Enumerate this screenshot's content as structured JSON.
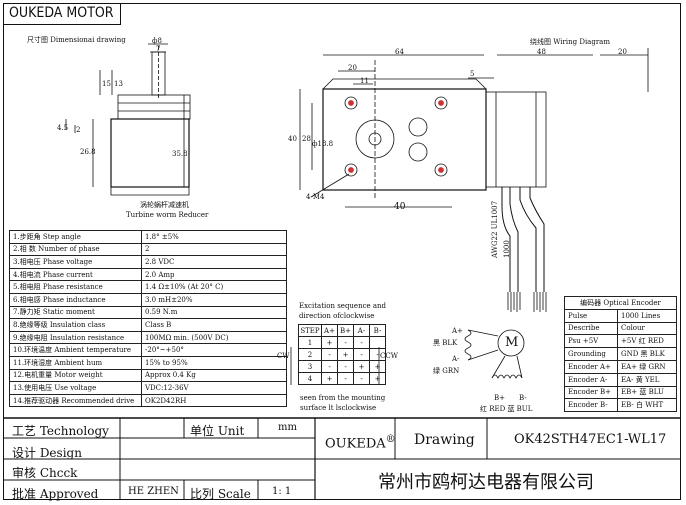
{
  "brand": "OUKEDA MOTOR",
  "drawing_left": {
    "title": "尺寸图 Dimensionai drawing",
    "caption_cn": "涡轮蜗杆减速机",
    "caption_en": "Turbine worm Reducer"
  },
  "drawing_left_dims": {
    "phi8": "ф8",
    "d7": "7",
    "d15": "15",
    "d13": "13",
    "d45": "4.5",
    "d2": "2",
    "d268": "26.8",
    "d358": "35.8"
  },
  "drawing_right_dims": {
    "d64": "64",
    "d20": "20",
    "d11": "11",
    "d5": "5",
    "d40a": "40",
    "d28": "28",
    "d188": "ф18.8",
    "d40b": "40",
    "m4": "4-M4",
    "d48": "48",
    "d20b": "20"
  },
  "wiring": {
    "title": "绕线图 Wiring Diagram"
  },
  "cable": {
    "line1": "AWG22 UL1007",
    "line2": "1000"
  },
  "specs": [
    {
      "label": "1.步距角 Step angle",
      "value": "1.8° ±5%"
    },
    {
      "label": "2.相  数 Number of phase",
      "value": "2"
    },
    {
      "label": "3.相电压 Phase voltage",
      "value": "2.8 VDC"
    },
    {
      "label": "4.相电流 Phase current",
      "value": "2.0 Amp"
    },
    {
      "label": "5.相电阻 Phase resistance",
      "value": "1.4 Ω±10% (At 20° C)"
    },
    {
      "label": "6.相电感 Phase inductance",
      "value": "3.0 mH±20%"
    },
    {
      "label": "7.静力矩 Static moment",
      "value": "0.59 N.m"
    },
    {
      "label": "8.绝缘等级 Insulation class",
      "value": "Class B"
    },
    {
      "label": "9.绝缘电阻 Insulation resistance",
      "value": "100MΩ min. (500V DC)"
    },
    {
      "label": "10.环境温度 Ambient temperature",
      "value": "-20°~+50°"
    },
    {
      "label": "11.环境湿度 Ambient hum",
      "value": "15% to 95%"
    },
    {
      "label": "12.电机重量 Motor weight",
      "value": "Approx 0.4 Kg"
    },
    {
      "label": "13.使用电压 Use voltage",
      "value": "VDC:12-36V"
    },
    {
      "label": "14.推荐驱动器 Recommended drive",
      "value": "OK2D42RH"
    }
  ],
  "excitation": {
    "title1": "Excitation sequence and",
    "title2": "direction ofclockwise",
    "header": [
      "STEP",
      "A+",
      "B+",
      "A-",
      "B-"
    ],
    "rows": [
      [
        "1",
        "+",
        "-",
        "-",
        ""
      ],
      [
        "2",
        "-",
        "+",
        "-",
        "-"
      ],
      [
        "3",
        "-",
        "-",
        "+",
        "+"
      ],
      [
        "4",
        "+",
        "-",
        "-",
        "+"
      ]
    ],
    "cw": "CW",
    "ccw": "CCW",
    "foot1": "seen from the mounting",
    "foot2": "surface lt lsclockwise"
  },
  "coil": {
    "a_plus": "A+",
    "a_plus_color": "黑 BLK",
    "a_minus": "A-",
    "a_minus_color": "绿 GRN",
    "b_plus": "B+",
    "b_minus": "B-",
    "b_colors": "红 RED 蓝 BUL",
    "motor": "M"
  },
  "encoder": {
    "title": "编码器 Optical Encoder",
    "rows": [
      [
        "Pulse",
        "1000 Lines"
      ],
      [
        "Describe",
        "Colour"
      ],
      [
        "Psu +5V",
        "+5V 红 RED"
      ],
      [
        "Grounding",
        "GND 黑 BLK"
      ],
      [
        "Encoder A+",
        "EA+ 绿 GRN"
      ],
      [
        "Encoder A-",
        "EA- 黄 YEL"
      ],
      [
        "Encoder B+",
        "EB+ 蓝 BLU"
      ],
      [
        "Encoder B-",
        "EB- 白 WHT"
      ]
    ]
  },
  "titleblock": {
    "technology": "工艺 Technology",
    "unit_label": "单位 Unit",
    "unit_value": "mm",
    "design": "设计 Design",
    "check": "审核 Chcck",
    "approved": "批准 Approved",
    "approver": "HE ZHEN",
    "scale_label": "比列 Scale",
    "scale_value": "1: 1",
    "company_logo": "OUKEDA",
    "registered": "®",
    "drawing_label": "Drawing",
    "model": "OK42STH47EC1-WL17",
    "company_cn": "常州市鸥柯达电器有限公司"
  }
}
